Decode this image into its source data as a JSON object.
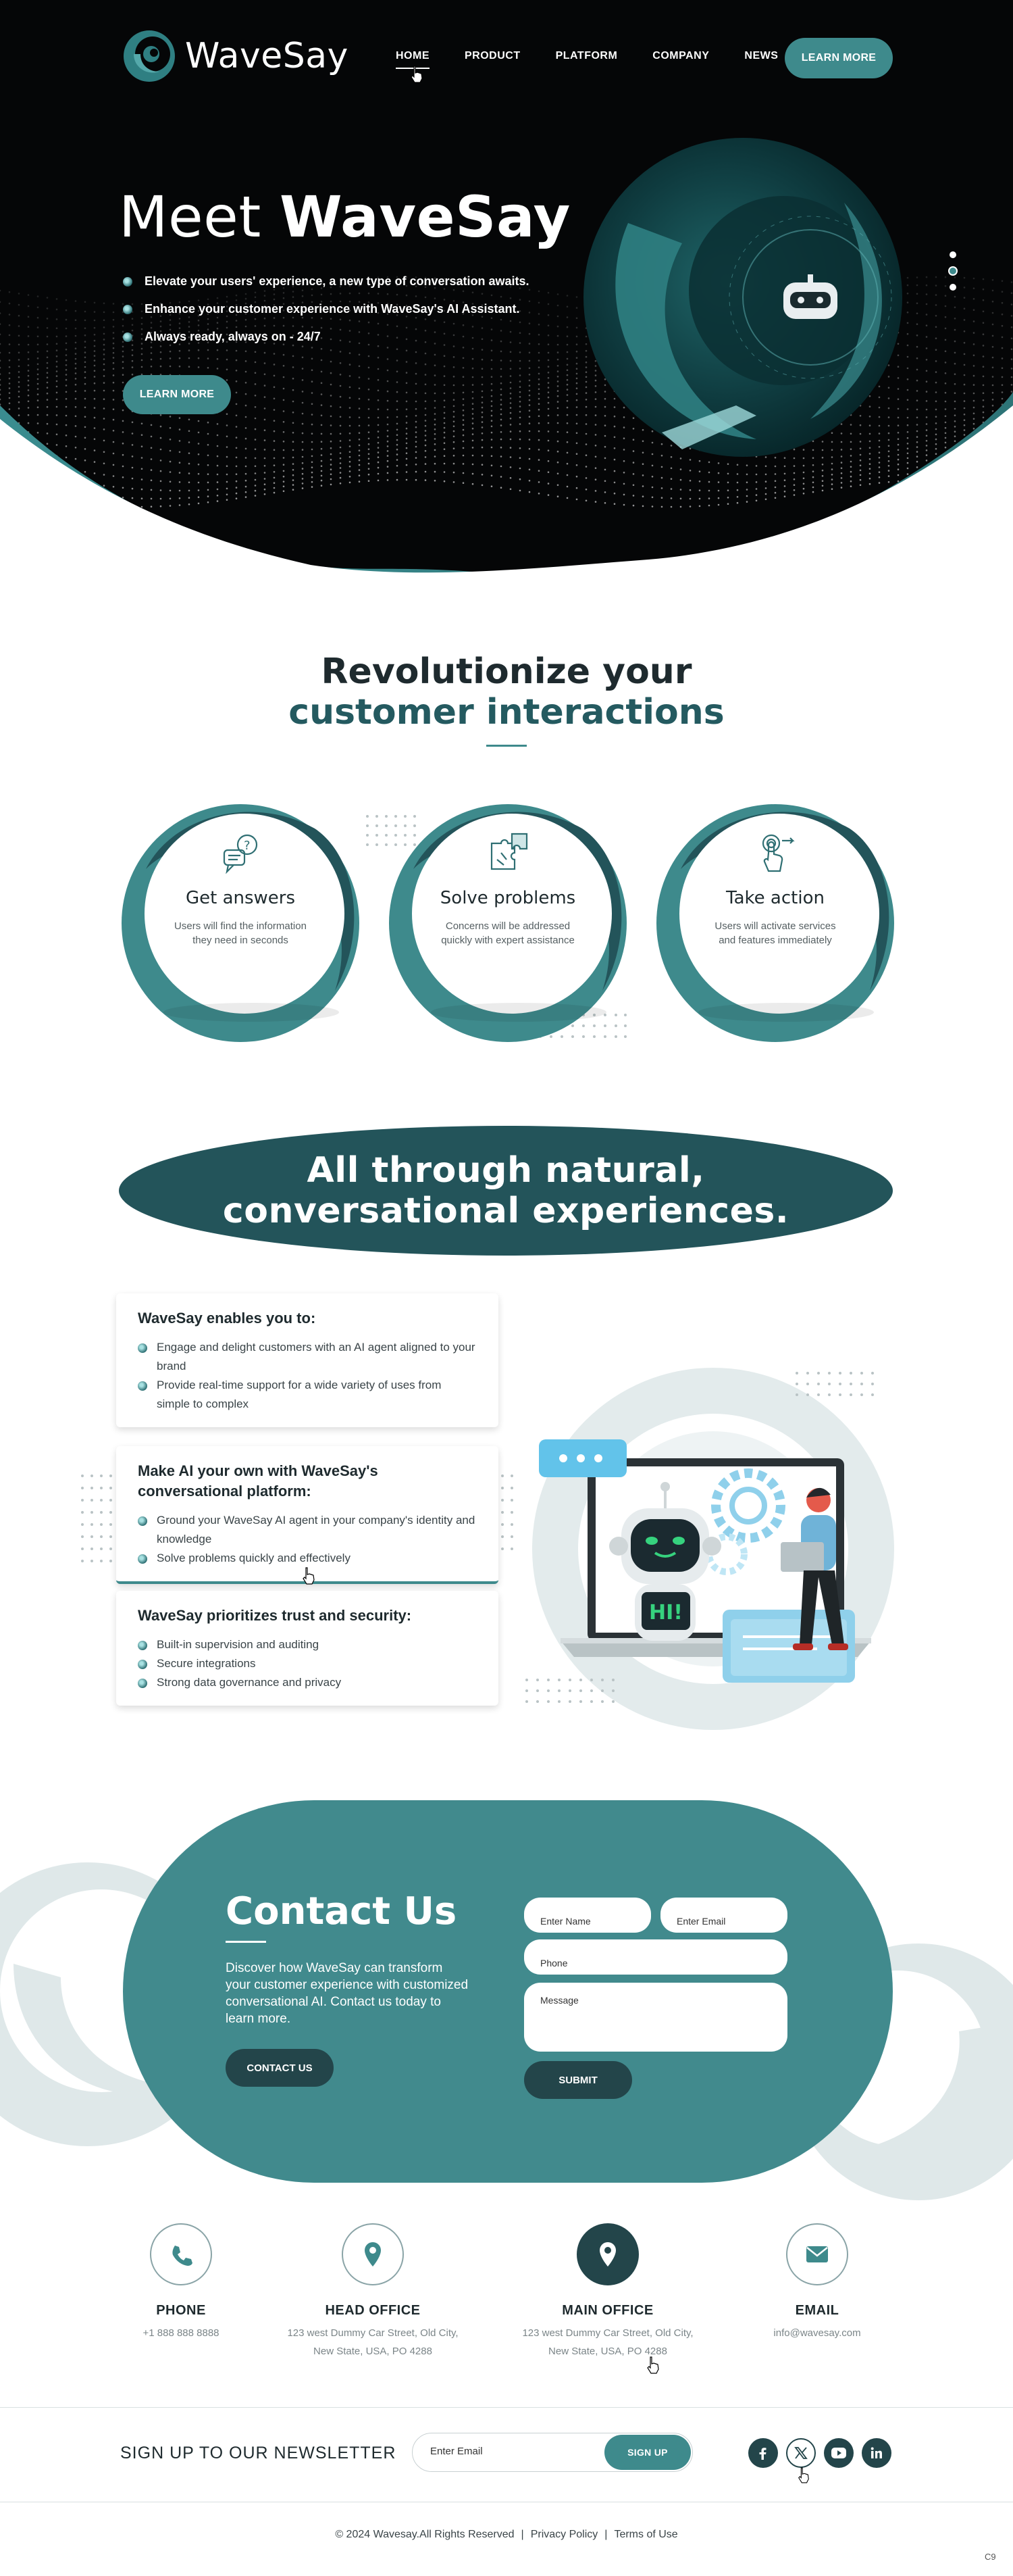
{
  "brand": {
    "name": "WaveSay",
    "accent": "#3e8a8c",
    "dark_teal": "#23545a"
  },
  "nav": {
    "items": [
      "HOME",
      "PRODUCT",
      "PLATFORM",
      "COMPANY",
      "NEWS"
    ],
    "active": "HOME",
    "cta": "LEARN MORE"
  },
  "hero": {
    "title_prefix": "Meet",
    "title_brand": "WaveSay",
    "bullets": [
      "Elevate your users' experience, a new type of conversation awaits.",
      "Enhance your customer experience with WaveSay's AI Assistant.",
      "Always ready, always on - 24/7"
    ],
    "cta": "LEARN MORE",
    "slides": 3,
    "active_slide": 2
  },
  "revolutionize": {
    "line1": "Revolutionize your",
    "line2": "customer interactions",
    "cards": [
      {
        "icon": "question-chat-icon",
        "title": "Get answers",
        "text": "Users will find the information they need in seconds"
      },
      {
        "icon": "puzzle-icon",
        "title": "Solve problems",
        "text": "Concerns will be addressed quickly with expert assistance"
      },
      {
        "icon": "touch-action-icon",
        "title": "Take action",
        "text": "Users will activate services and features immediately"
      }
    ]
  },
  "banner": {
    "line1": "All through natural,",
    "line2": "conversational experiences."
  },
  "features": [
    {
      "title": "WaveSay enables you to:",
      "items": [
        "Engage and delight customers with an AI agent aligned to your brand",
        "Provide real-time support for a wide variety of uses from simple to complex"
      ]
    },
    {
      "title": "Make AI your own with WaveSay's conversational platform:",
      "items": [
        "Ground your WaveSay AI agent in your company's identity and knowledge",
        "Solve problems quickly and effectively"
      ]
    },
    {
      "title": "WaveSay prioritizes trust and security:",
      "items": [
        "Built-in supervision and auditing",
        "Secure integrations",
        "Strong data governance and privacy"
      ]
    }
  ],
  "illustration": {
    "screen_text": "HI!"
  },
  "contact": {
    "title": "Contact Us",
    "text": "Discover how WaveSay can transform your customer experience with customized conversational AI. Contact us today to learn more.",
    "button": "CONTACT US",
    "fields": {
      "name": "Enter Name",
      "email": "Enter Email",
      "phone": "Phone",
      "message": "Message"
    },
    "submit": "SUBMIT"
  },
  "info": [
    {
      "icon": "phone-icon",
      "title": "PHONE",
      "lines": [
        "+1 888 888 8888"
      ]
    },
    {
      "icon": "map-pin-icon",
      "title": "HEAD OFFICE",
      "lines": [
        "123 west Dummy Car Street, Old City,",
        "New State, USA, PO 4288"
      ]
    },
    {
      "icon": "map-pin-icon",
      "title": "MAIN OFFICE",
      "lines": [
        "123 west Dummy Car Street, Old City,",
        "New State, USA, PO 4288"
      ]
    },
    {
      "icon": "mail-icon",
      "title": "EMAIL",
      "lines": [
        "info@wavesay.com"
      ]
    }
  ],
  "newsletter": {
    "label": "SIGN UP TO OUR NEWSLETTER",
    "placeholder": "Enter Email",
    "button": "SIGN UP",
    "socials": [
      "facebook-icon",
      "x-icon",
      "youtube-icon",
      "linkedin-icon"
    ]
  },
  "footer": {
    "copyright": "© 2024 Wavesay.All Rights Reserved",
    "privacy": "Privacy Policy",
    "terms": "Terms of Use"
  },
  "corner_mark": "C9"
}
